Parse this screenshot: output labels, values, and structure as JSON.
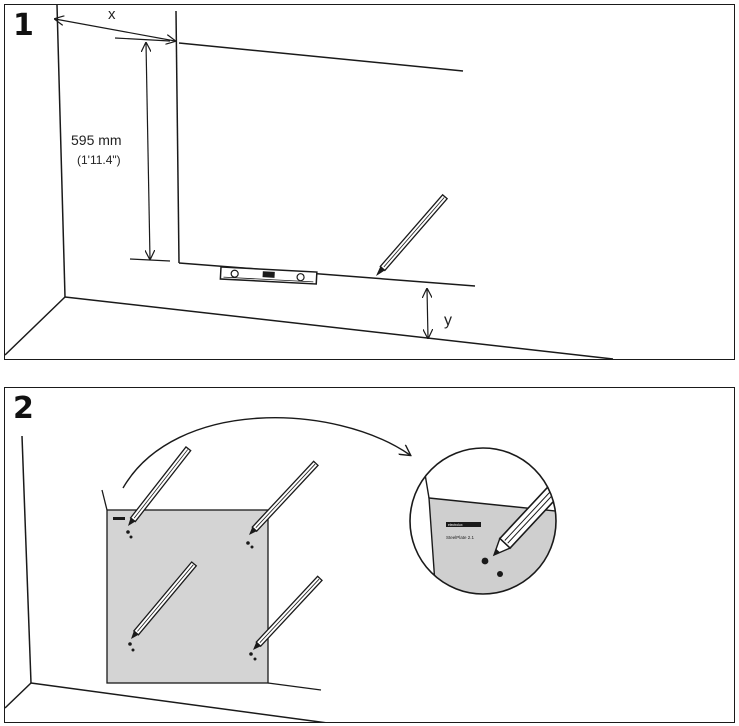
{
  "steps": [
    {
      "number": "1",
      "labels": {
        "x": "x",
        "height_mm": "595 mm",
        "height_in": "(1'11.4\")",
        "y": "y"
      }
    },
    {
      "number": "2",
      "labels": {
        "brand": "electrolux",
        "model": "SteelPlate 2.1"
      }
    }
  ],
  "colors": {
    "line": "#1a1a1a",
    "plate_fill": "#d4d4d4",
    "zoom_plate_fill": "#cfcfcf"
  },
  "icons": [
    "pencil-icon",
    "spirit-level-icon",
    "arrow-icon",
    "magnifier-circle-icon"
  ]
}
